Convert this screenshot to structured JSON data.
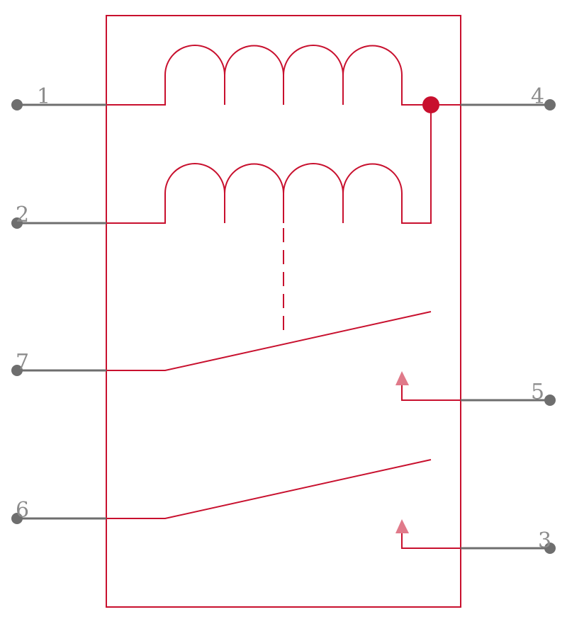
{
  "colors": {
    "component": "#c8102e",
    "pin": "#6e6e6e",
    "pin_label": "#8c8c8c",
    "contact_marker": "#e07a8a",
    "background": "#ffffff"
  },
  "pins": {
    "p1": "1",
    "p2": "2",
    "p3": "3",
    "p4": "4",
    "p5": "5",
    "p6": "6",
    "p7": "7"
  }
}
